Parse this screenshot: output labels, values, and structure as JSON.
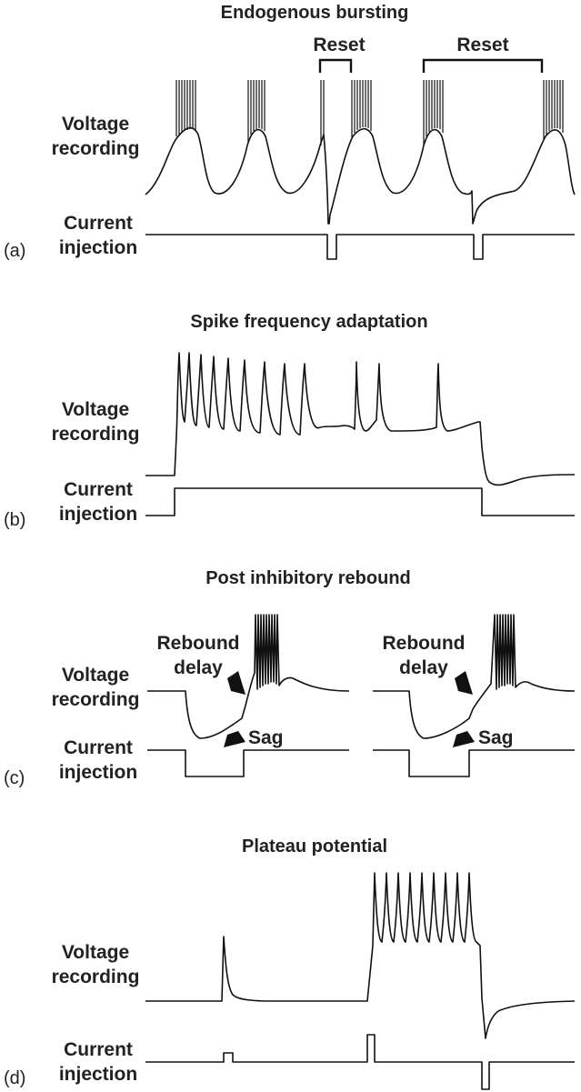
{
  "panels": {
    "a": {
      "label": "(a)",
      "title": "Endogenous bursting",
      "voltage_label": [
        "Voltage",
        "recording"
      ],
      "current_label": [
        "Current",
        "injection"
      ],
      "reset_label": "Reset"
    },
    "b": {
      "label": "(b)",
      "title": "Spike frequency adaptation",
      "voltage_label": [
        "Voltage",
        "recording"
      ],
      "current_label": [
        "Current",
        "injection"
      ]
    },
    "c": {
      "label": "(c)",
      "title": "Post inhibitory rebound",
      "voltage_label": [
        "Voltage",
        "recording"
      ],
      "current_label": [
        "Current",
        "injection"
      ],
      "rebound_label": [
        "Rebound",
        "delay"
      ],
      "sag_label": "Sag"
    },
    "d": {
      "label": "(d)",
      "title": "Plateau potential",
      "voltage_label": [
        "Voltage",
        "recording"
      ],
      "current_label": [
        "Current",
        "injection"
      ]
    }
  }
}
